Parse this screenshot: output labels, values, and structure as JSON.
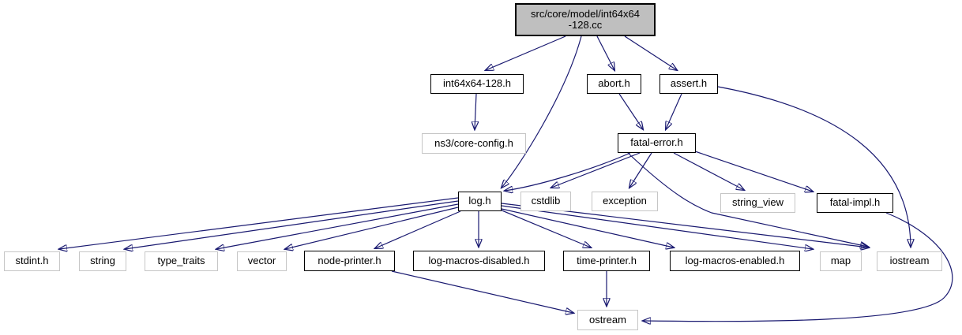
{
  "diagram": {
    "type": "include-dependency-graph",
    "colors": {
      "edge": "#191970",
      "root_fill": "#bfbfbf",
      "node_fill": "#ffffff",
      "documented_border": "#000000",
      "external_border": "#c6c6c6"
    },
    "nodes": [
      {
        "id": "int64x64-128-cc",
        "label": "src/core/model/int64x64-128.cc",
        "line1": "src/core/model/int64x64",
        "line2": "-128.cc",
        "kind": "root"
      },
      {
        "id": "int64x64-128-h",
        "label": "int64x64-128.h",
        "kind": "documented"
      },
      {
        "id": "abort-h",
        "label": "abort.h",
        "kind": "documented"
      },
      {
        "id": "assert-h",
        "label": "assert.h",
        "kind": "documented"
      },
      {
        "id": "ns3-core-config-h",
        "label": "ns3/core-config.h",
        "kind": "external"
      },
      {
        "id": "fatal-error-h",
        "label": "fatal-error.h",
        "kind": "documented"
      },
      {
        "id": "log-h",
        "label": "log.h",
        "kind": "documented"
      },
      {
        "id": "cstdlib",
        "label": "cstdlib",
        "kind": "external"
      },
      {
        "id": "exception",
        "label": "exception",
        "kind": "external"
      },
      {
        "id": "string-view",
        "label": "string_view",
        "kind": "external"
      },
      {
        "id": "fatal-impl-h",
        "label": "fatal-impl.h",
        "kind": "documented"
      },
      {
        "id": "stdint-h",
        "label": "stdint.h",
        "kind": "external"
      },
      {
        "id": "string",
        "label": "string",
        "kind": "external"
      },
      {
        "id": "type-traits",
        "label": "type_traits",
        "kind": "external"
      },
      {
        "id": "vector",
        "label": "vector",
        "kind": "external"
      },
      {
        "id": "node-printer-h",
        "label": "node-printer.h",
        "kind": "documented"
      },
      {
        "id": "log-macros-disabled-h",
        "label": "log-macros-disabled.h",
        "kind": "documented"
      },
      {
        "id": "time-printer-h",
        "label": "time-printer.h",
        "kind": "documented"
      },
      {
        "id": "log-macros-enabled-h",
        "label": "log-macros-enabled.h",
        "kind": "documented"
      },
      {
        "id": "map",
        "label": "map",
        "kind": "external"
      },
      {
        "id": "iostream",
        "label": "iostream",
        "kind": "external"
      },
      {
        "id": "ostream",
        "label": "ostream",
        "kind": "external"
      }
    ],
    "edges": [
      {
        "from": "int64x64-128-cc",
        "to": "int64x64-128-h"
      },
      {
        "from": "int64x64-128-cc",
        "to": "abort-h"
      },
      {
        "from": "int64x64-128-cc",
        "to": "assert-h"
      },
      {
        "from": "int64x64-128-cc",
        "to": "log-h"
      },
      {
        "from": "int64x64-128-h",
        "to": "ns3-core-config-h"
      },
      {
        "from": "abort-h",
        "to": "fatal-error-h"
      },
      {
        "from": "assert-h",
        "to": "fatal-error-h"
      },
      {
        "from": "assert-h",
        "to": "iostream"
      },
      {
        "from": "fatal-error-h",
        "to": "log-h"
      },
      {
        "from": "fatal-error-h",
        "to": "cstdlib"
      },
      {
        "from": "fatal-error-h",
        "to": "exception"
      },
      {
        "from": "fatal-error-h",
        "to": "string-view"
      },
      {
        "from": "fatal-error-h",
        "to": "fatal-impl-h"
      },
      {
        "from": "fatal-error-h",
        "to": "iostream"
      },
      {
        "from": "log-h",
        "to": "stdint-h"
      },
      {
        "from": "log-h",
        "to": "string"
      },
      {
        "from": "log-h",
        "to": "type-traits"
      },
      {
        "from": "log-h",
        "to": "vector"
      },
      {
        "from": "log-h",
        "to": "node-printer-h"
      },
      {
        "from": "log-h",
        "to": "log-macros-disabled-h"
      },
      {
        "from": "log-h",
        "to": "time-printer-h"
      },
      {
        "from": "log-h",
        "to": "log-macros-enabled-h"
      },
      {
        "from": "log-h",
        "to": "map"
      },
      {
        "from": "log-h",
        "to": "iostream"
      },
      {
        "from": "node-printer-h",
        "to": "ostream"
      },
      {
        "from": "time-printer-h",
        "to": "ostream"
      },
      {
        "from": "fatal-impl-h",
        "to": "ostream"
      }
    ]
  }
}
